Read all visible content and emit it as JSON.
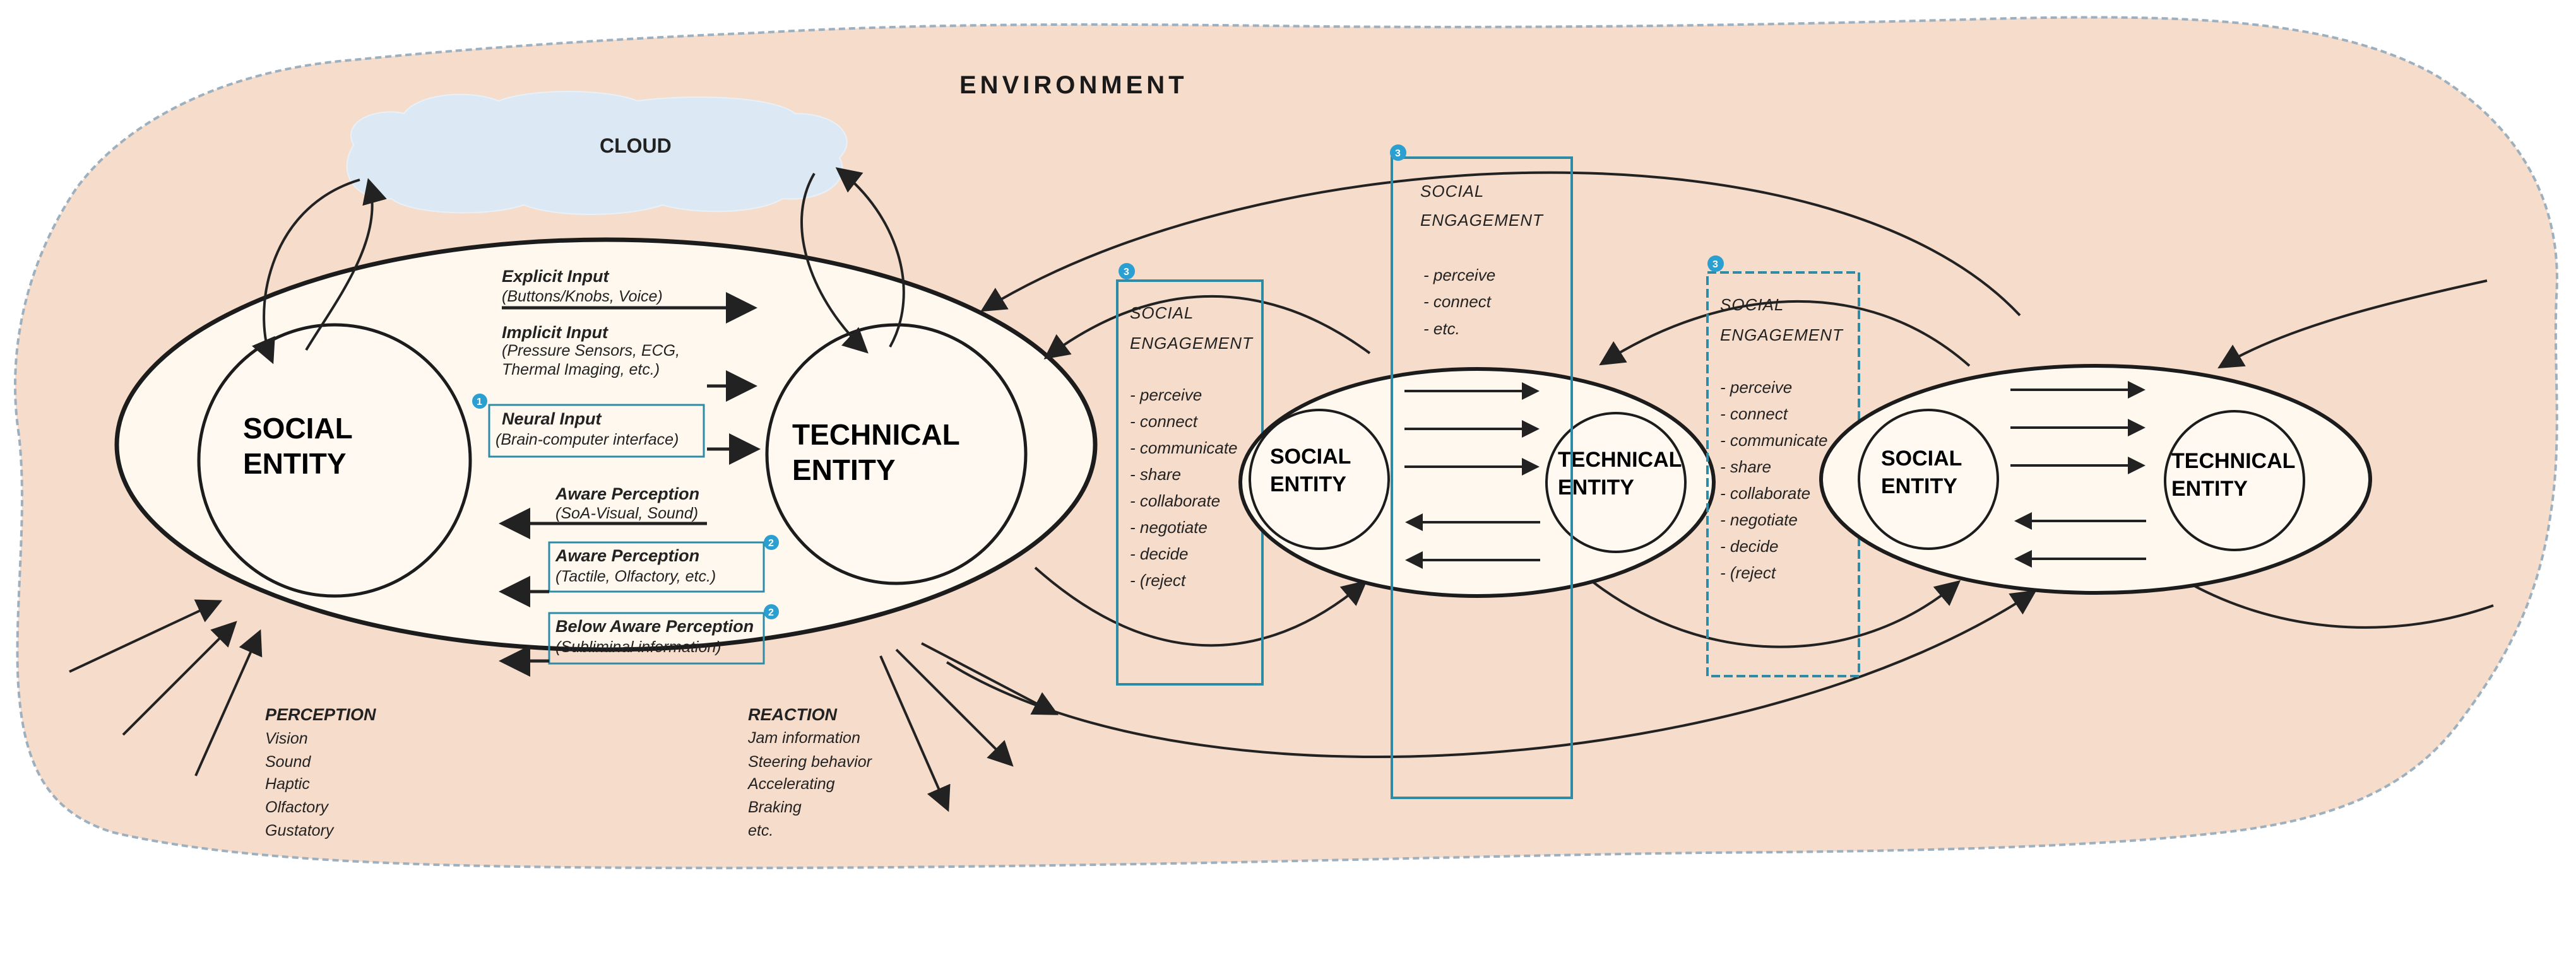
{
  "environment": {
    "label": "ENVIRONMENT"
  },
  "cloud": {
    "label": "CLOUD"
  },
  "main_system": {
    "social_entity": [
      "SOCIAL",
      "ENTITY"
    ],
    "technical_entity": [
      "TECHNICAL",
      "ENTITY"
    ],
    "inputs": [
      {
        "title": "Explicit Input",
        "detail": [
          "(Buttons/Knobs, Voice)"
        ],
        "badge": ""
      },
      {
        "title": "Implicit Input",
        "detail": [
          "(Pressure Sensors, ECG,",
          "Thermal Imaging, etc.)"
        ],
        "badge": ""
      },
      {
        "title": "Neural Input",
        "detail": [
          "(Brain-computer interface)"
        ],
        "badge": "1"
      }
    ],
    "outputs": [
      {
        "title": "Aware Perception",
        "detail": [
          "(SoA-Visual, Sound)"
        ],
        "badge": ""
      },
      {
        "title": "Aware Perception",
        "detail": [
          "(Tactile, Olfactory, etc.)"
        ],
        "badge": "2"
      },
      {
        "title": "Below Aware Perception",
        "detail": [
          "(Subliminal information)"
        ],
        "badge": "2"
      }
    ]
  },
  "perception": {
    "title": "PERCEPTION",
    "items": [
      "Vision",
      "Sound",
      "Haptic",
      "Olfactory",
      "Gustatory"
    ]
  },
  "reaction": {
    "title": "REACTION",
    "items": [
      "Jam information",
      "Steering behavior",
      "Accelerating",
      "Braking",
      "etc."
    ]
  },
  "engagement_boxes": [
    {
      "badge": "3",
      "title": [
        "SOCIAL",
        "ENGAGEMENT"
      ],
      "items": [
        "- perceive",
        "- connect",
        "- communicate",
        "- share",
        "- collaborate",
        "- negotiate",
        "- decide",
        "- (reject"
      ]
    },
    {
      "badge": "3",
      "title": [
        "SOCIAL",
        "ENGAGEMENT"
      ],
      "items": [
        "- perceive",
        "- connect",
        "- etc."
      ]
    },
    {
      "badge": "3",
      "title": [
        "SOCIAL",
        "ENGAGEMENT"
      ],
      "items": [
        "- perceive",
        "- connect",
        "- communicate",
        "- share",
        "- collaborate",
        "- negotiate",
        "- decide",
        "- (reject"
      ]
    }
  ],
  "system_2": {
    "social_entity": [
      "SOCIAL",
      "ENTITY"
    ],
    "technical_entity": [
      "TECHNICAL",
      "ENTITY"
    ]
  },
  "system_3": {
    "social_entity": [
      "SOCIAL",
      "ENTITY"
    ],
    "technical_entity": [
      "TECHNICAL",
      "ENTITY"
    ]
  },
  "colors": {
    "environment_fill": "#f6dccb",
    "environment_border": "#9cb0c0",
    "cloud_fill": "#dce9f5",
    "box_stroke": "#2e8ba6",
    "badge_fill": "#2a9fd0",
    "line": "#222222"
  }
}
